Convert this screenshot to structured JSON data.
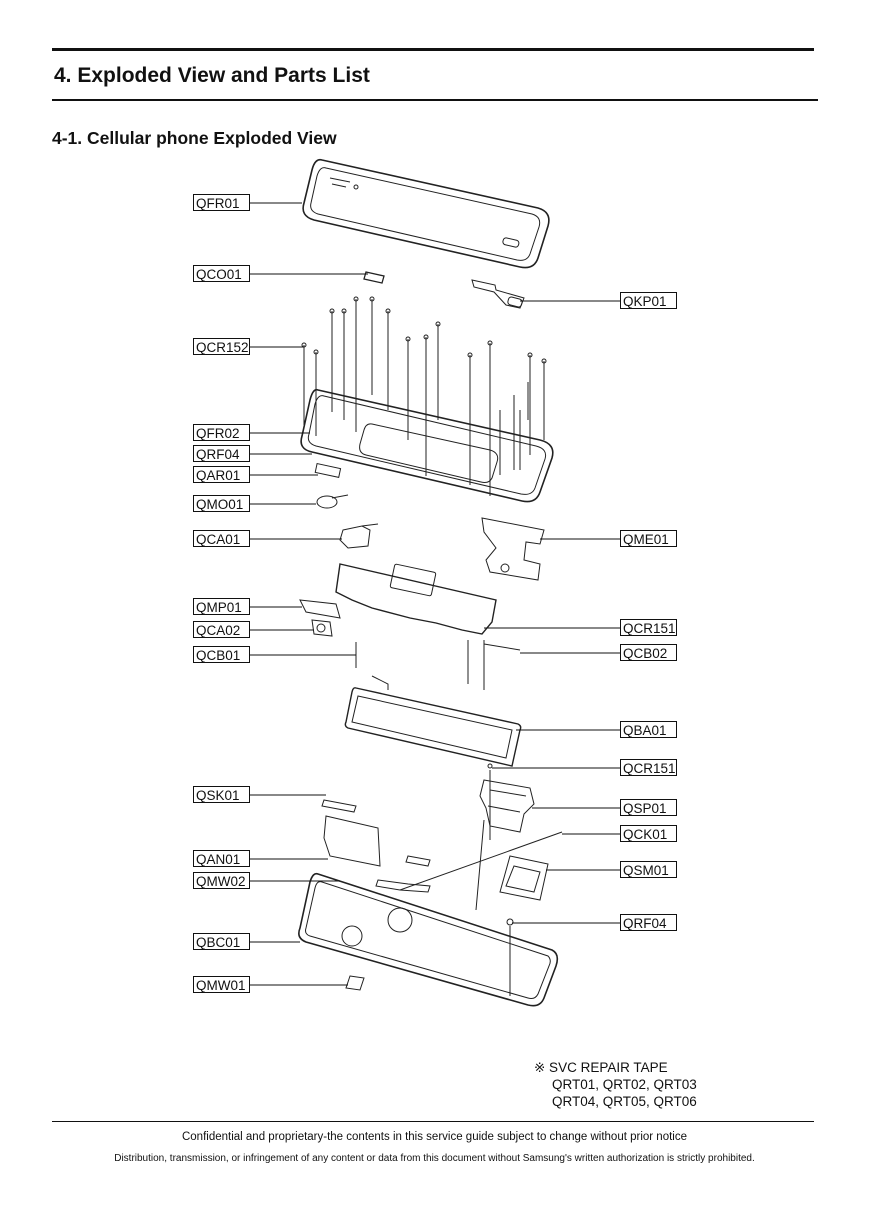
{
  "heading": "4. Exploded View and Parts List",
  "subheading": "4-1. Cellular phone Exploded View",
  "labels": {
    "QFR01": "QFR01",
    "QCO01": "QCO01",
    "QKP01": "QKP01",
    "QCR152": "QCR152",
    "QFR02": "QFR02",
    "QRF04a": "QRF04",
    "QAR01": "QAR01",
    "QMO01": "QMO01",
    "QCA01": "QCA01",
    "QME01": "QME01",
    "QMP01": "QMP01",
    "QCA02": "QCA02",
    "QCR151a": "QCR151",
    "QCB01": "QCB01",
    "QCB02": "QCB02",
    "QBA01": "QBA01",
    "QCR151b": "QCR151",
    "QSK01": "QSK01",
    "QSP01": "QSP01",
    "QCK01": "QCK01",
    "QAN01": "QAN01",
    "QSM01": "QSM01",
    "QMW02": "QMW02",
    "QRF04b": "QRF04",
    "QBC01": "QBC01",
    "QMW01": "QMW01"
  },
  "repair_tape": {
    "title": "※ SVC REPAIR TAPE",
    "line1": "QRT01, QRT02, QRT03",
    "line2": "QRT04, QRT05, QRT06"
  },
  "footer": {
    "line1": "Confidential and proprietary-the contents in this service guide subject to change without prior notice",
    "line2": "Distribution, transmission, or infringement of any content or data from this document without Samsung's written authorization is strictly prohibited."
  }
}
